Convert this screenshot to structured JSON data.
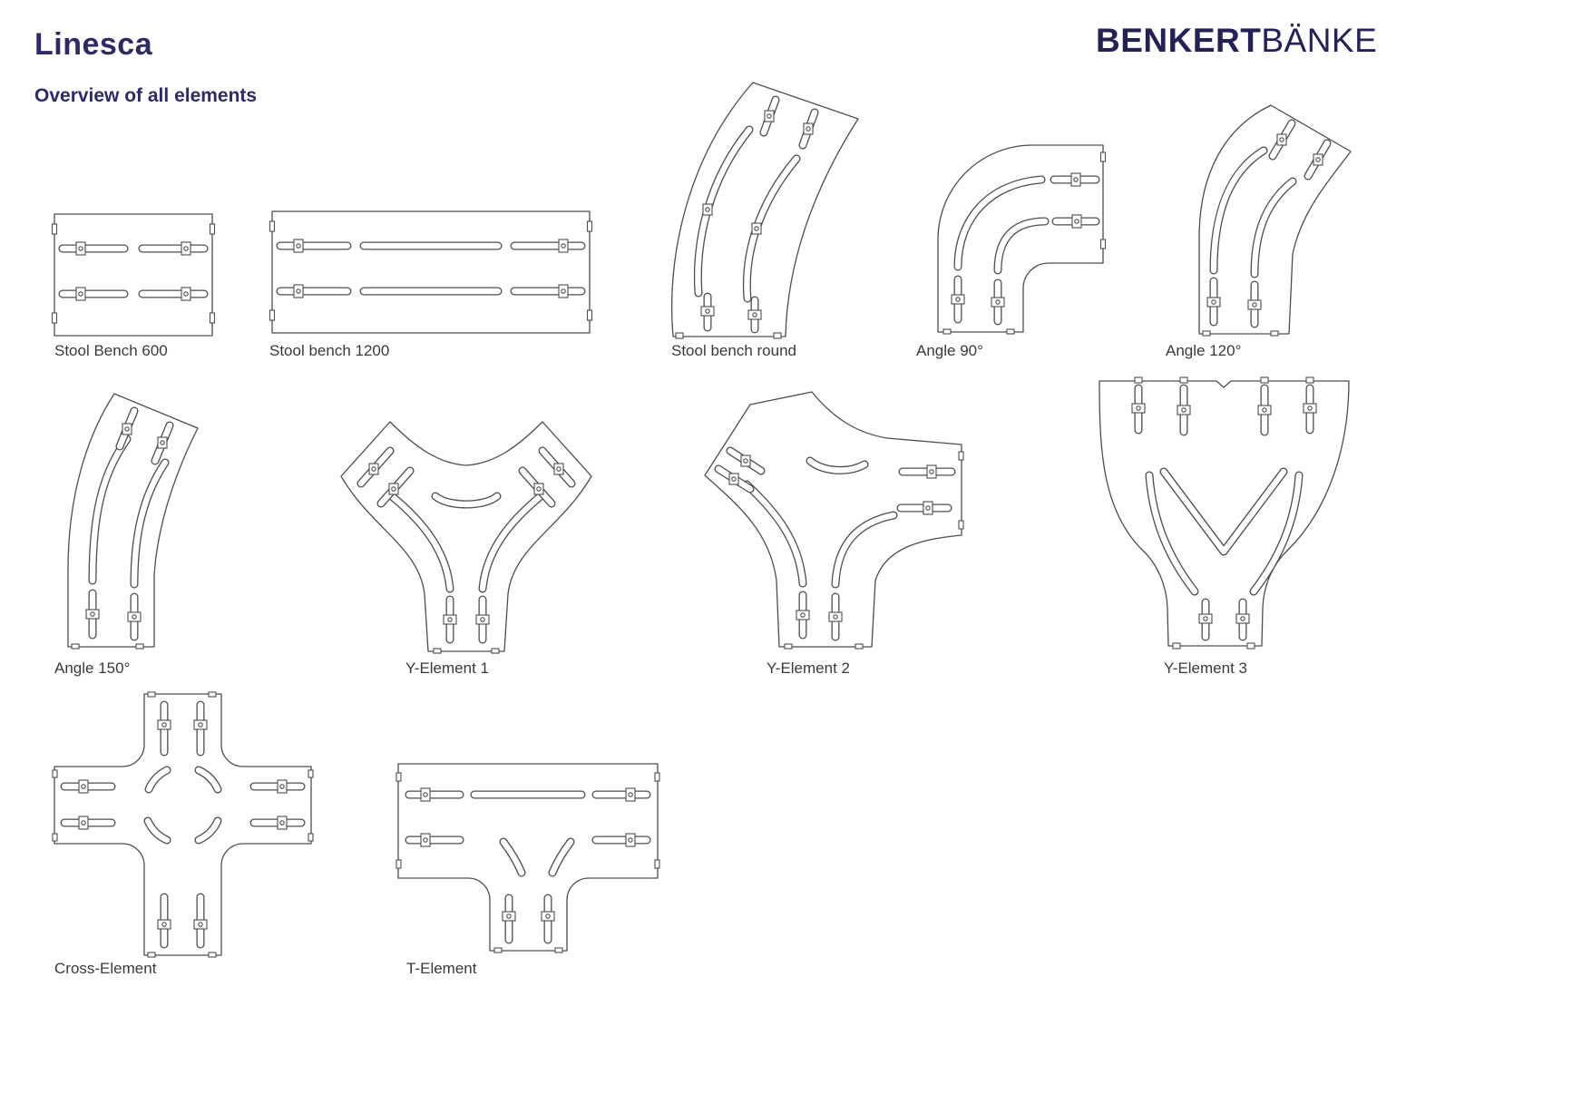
{
  "page": {
    "title": "Linesca",
    "subtitle": "Overview of all elements"
  },
  "logo": {
    "bold": "BENKERT",
    "light": "BÄNKE"
  },
  "colors": {
    "accent": "#2e2a66",
    "logo": "#232156",
    "line": "#4d4d4d",
    "label": "#3a3a3a",
    "background": "#ffffff"
  },
  "elements": [
    {
      "id": "stool-bench-600",
      "label": "Stool Bench 600"
    },
    {
      "id": "stool-bench-1200",
      "label": "Stool bench 1200"
    },
    {
      "id": "stool-bench-round",
      "label": "Stool bench round"
    },
    {
      "id": "angle-90",
      "label": "Angle 90°"
    },
    {
      "id": "angle-120",
      "label": "Angle 120°"
    },
    {
      "id": "angle-150",
      "label": "Angle 150°"
    },
    {
      "id": "y-element-1",
      "label": "Y-Element 1"
    },
    {
      "id": "y-element-2",
      "label": "Y-Element 2"
    },
    {
      "id": "y-element-3",
      "label": "Y-Element 3"
    },
    {
      "id": "cross-element",
      "label": "Cross-Element"
    },
    {
      "id": "t-element",
      "label": "T-Element"
    }
  ]
}
